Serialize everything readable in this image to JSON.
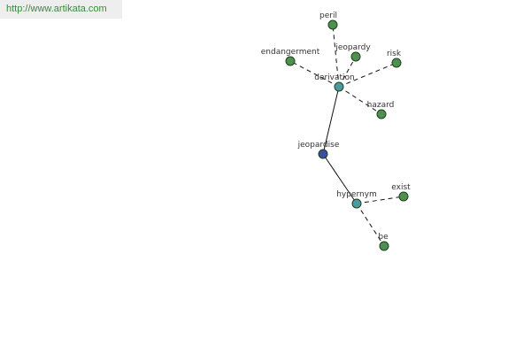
{
  "watermark": {
    "text": "http://www.artikata.com"
  },
  "colors": {
    "leaf_node": "#4f8f4f",
    "relation_node": "#4a9aa0",
    "center_node": "#3b4fa0",
    "node_stroke": "#1f3f1f",
    "edge": "#111111"
  },
  "graph": {
    "center": {
      "id": "jeopardise",
      "label": "jeopardise"
    },
    "relations": [
      {
        "id": "derivation",
        "label": "derivation"
      },
      {
        "id": "hypernym",
        "label": "hypernym"
      }
    ],
    "leaves": [
      {
        "id": "peril",
        "label": "peril",
        "relation": "derivation"
      },
      {
        "id": "jeopardy",
        "label": "jeopardy",
        "relation": "derivation"
      },
      {
        "id": "endangerment",
        "label": "endangerment",
        "relation": "derivation"
      },
      {
        "id": "risk",
        "label": "risk",
        "relation": "derivation"
      },
      {
        "id": "hazard",
        "label": "hazard",
        "relation": "derivation"
      },
      {
        "id": "exist",
        "label": "exist",
        "relation": "hypernym"
      },
      {
        "id": "be",
        "label": "be",
        "relation": "hypernym"
      }
    ]
  }
}
